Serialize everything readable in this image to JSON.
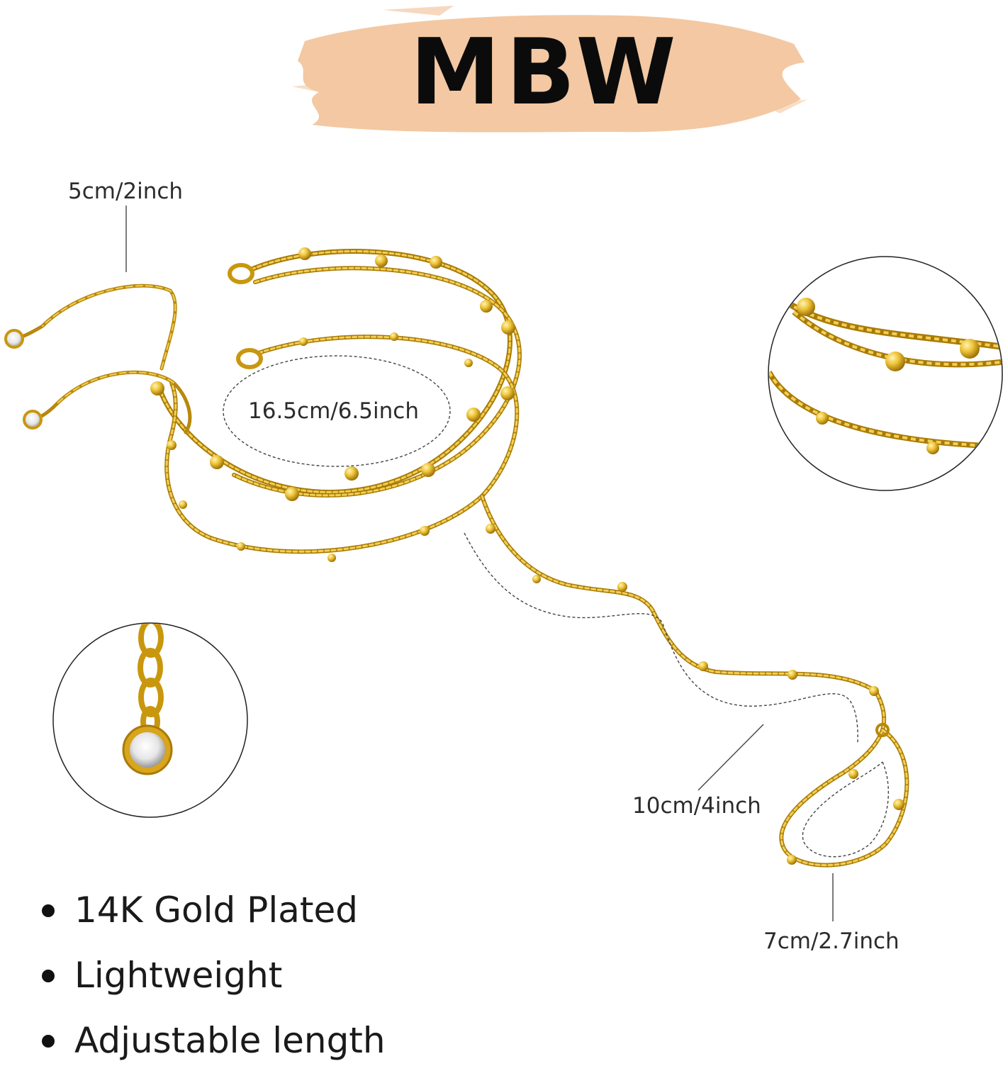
{
  "brand": {
    "name": "MBW",
    "swatch_color": "#f3c8a2"
  },
  "measurements": {
    "extender": "5cm/2inch",
    "bracelet": "16.5cm/6.5inch",
    "connector": "10cm/4inch",
    "ring": "7cm/2.7inch"
  },
  "features": [
    {
      "text": "14K Gold Plated"
    },
    {
      "text": "Lightweight"
    },
    {
      "text": "Adjustable length"
    }
  ],
  "colors": {
    "gold": "#d4a017",
    "gold_light": "#f2cf55",
    "gold_dark": "#a97b06",
    "text": "#222222"
  }
}
